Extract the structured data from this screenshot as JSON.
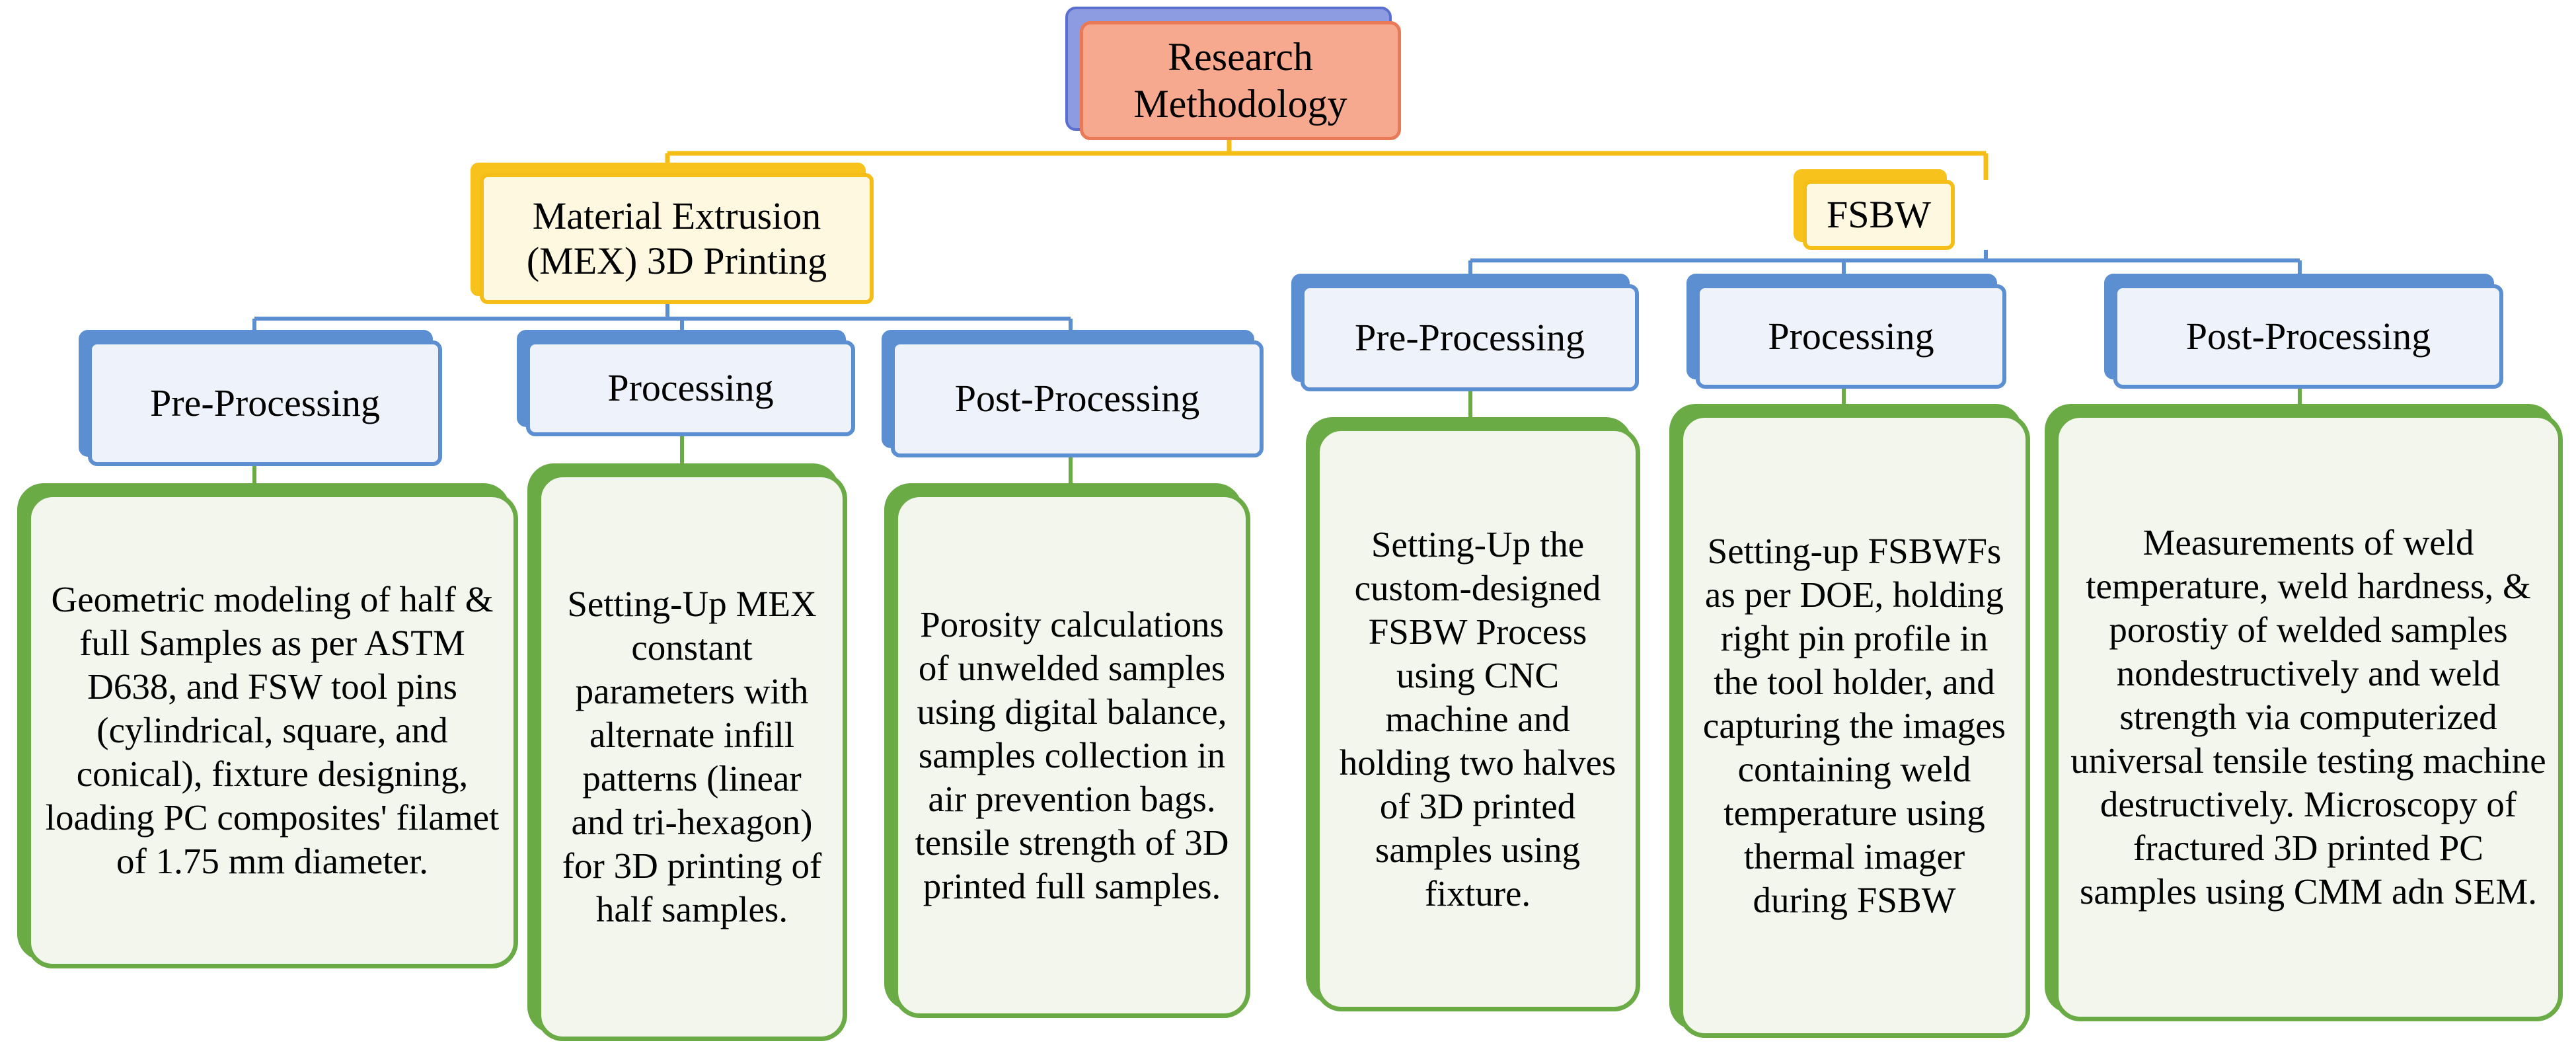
{
  "root": {
    "label": "Research Methodology"
  },
  "branches": [
    {
      "label": "Material Extrusion (MEX) 3D Printing",
      "stages": [
        {
          "label": "Pre-Processing",
          "detail": "Geometric modeling of half & full Samples as per ASTM D638, and FSW tool pins (cylindrical, square, and conical), fixture designing, loading PC composites' filamet of 1.75 mm diameter."
        },
        {
          "label": "Processing",
          "detail": "Setting-Up MEX constant parameters with alternate infill patterns (linear and tri-hexagon) for 3D printing of half samples."
        },
        {
          "label": "Post-Processing",
          "detail": "Porosity calculations of unwelded samples using digital balance, samples collection in air prevention bags. tensile strength of 3D printed full samples."
        }
      ]
    },
    {
      "label": "FSBW",
      "stages": [
        {
          "label": "Pre-Processing",
          "detail": "Setting-Up the custom-designed FSBW Process using CNC machine and holding two halves of 3D printed samples using fixture."
        },
        {
          "label": "Processing",
          "detail": "Setting-up FSBWFs as per DOE, holding right pin profile in the tool holder, and capturing the images containing weld temperature using thermal imager during FSBW"
        },
        {
          "label": "Post-Processing",
          "detail": "Measurements of weld temperature, weld hardness, & porostiy of welded samples nondestructively and weld strength via computerized universal tensile testing machine destructively. Microscopy of fractured 3D printed PC samples using CMM adn SEM."
        }
      ]
    }
  ],
  "colors": {
    "root_fill": "#f6a98e",
    "root_border": "#e97a58",
    "root_shadow": "#8d9be0",
    "branch_fill": "#fff8e1",
    "branch_border": "#f5be16",
    "stage_fill": "#eef3fb",
    "stage_border": "#5b8fd2",
    "detail_fill": "#f2f6ec",
    "detail_border": "#6aab45",
    "connector_yellow": "#f5be16",
    "connector_blue": "#5b8fd2",
    "connector_green": "#6aab45"
  }
}
